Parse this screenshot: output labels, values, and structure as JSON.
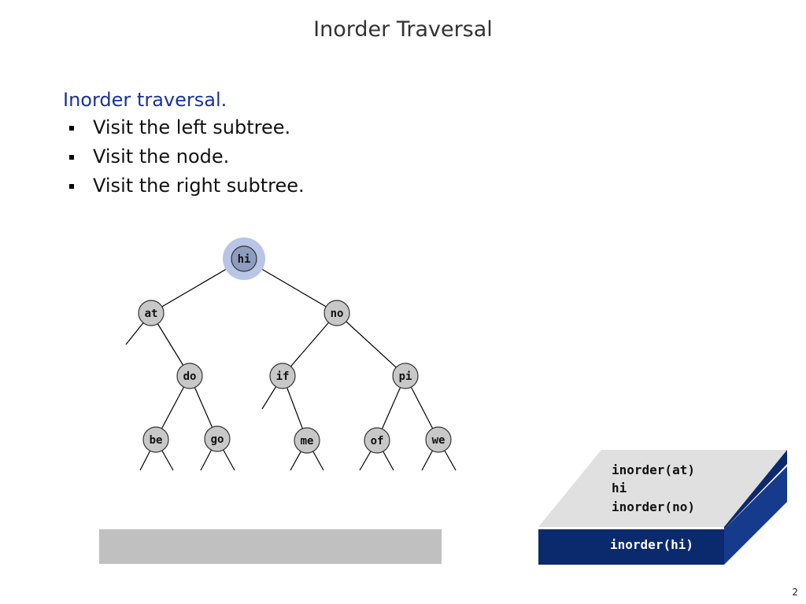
{
  "slide": {
    "title": "Inorder Traversal",
    "heading": "Inorder traversal.",
    "bullets": [
      "Visit the left subtree.",
      "Visit the node.",
      "Visit the right subtree."
    ],
    "page_number": "2"
  },
  "tree": {
    "current_node": "hi",
    "nodes": {
      "hi": "hi",
      "at": "at",
      "no": "no",
      "do": "do",
      "if": "if",
      "pi": "pi",
      "be": "be",
      "go": "go",
      "me": "me",
      "of": "of",
      "we": "we"
    }
  },
  "stack": {
    "frames": [
      "inorder(at)",
      "hi",
      "inorder(no)"
    ],
    "base_frame": "inorder(hi)"
  },
  "colors": {
    "node_fill": "#c8c8c8",
    "highlight_fill": "#8d9dc0",
    "highlight_halo": "#b9c5e6",
    "stack_base": "#0b2a6e",
    "stack_top": "#e0e0e0",
    "output_bar": "#c0c0c0"
  }
}
